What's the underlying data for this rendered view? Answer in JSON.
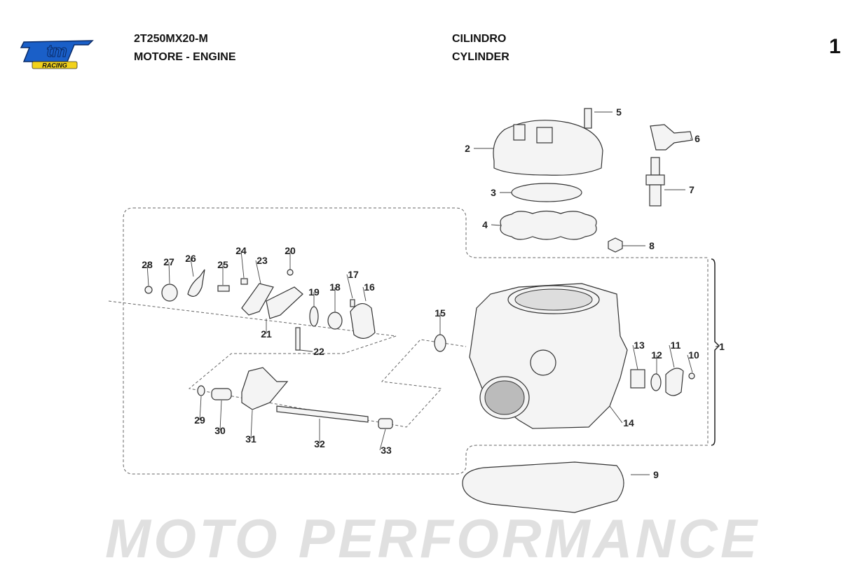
{
  "header": {
    "model_code": "2T250MX20-M",
    "group": "MOTORE - ENGINE",
    "section_it": "CILINDRO",
    "section_en": "CYLINDER",
    "page_number": "1"
  },
  "logo": {
    "text": "tm",
    "subtext": "RACING",
    "colors": {
      "blue": "#1a5fc8",
      "yellow": "#f2d21b"
    }
  },
  "watermark": "MOTO PERFORMANCE",
  "parts": [
    {
      "ref": "1"
    },
    {
      "ref": "2"
    },
    {
      "ref": "3"
    },
    {
      "ref": "4"
    },
    {
      "ref": "5"
    },
    {
      "ref": "6"
    },
    {
      "ref": "7"
    },
    {
      "ref": "8"
    },
    {
      "ref": "9"
    },
    {
      "ref": "10"
    },
    {
      "ref": "11"
    },
    {
      "ref": "12"
    },
    {
      "ref": "13"
    },
    {
      "ref": "14"
    },
    {
      "ref": "15"
    },
    {
      "ref": "16"
    },
    {
      "ref": "17"
    },
    {
      "ref": "18"
    },
    {
      "ref": "19"
    },
    {
      "ref": "20"
    },
    {
      "ref": "21"
    },
    {
      "ref": "22"
    },
    {
      "ref": "23"
    },
    {
      "ref": "24"
    },
    {
      "ref": "25"
    },
    {
      "ref": "26"
    },
    {
      "ref": "27"
    },
    {
      "ref": "28"
    },
    {
      "ref": "29"
    },
    {
      "ref": "30"
    },
    {
      "ref": "31"
    },
    {
      "ref": "32"
    },
    {
      "ref": "33"
    }
  ]
}
